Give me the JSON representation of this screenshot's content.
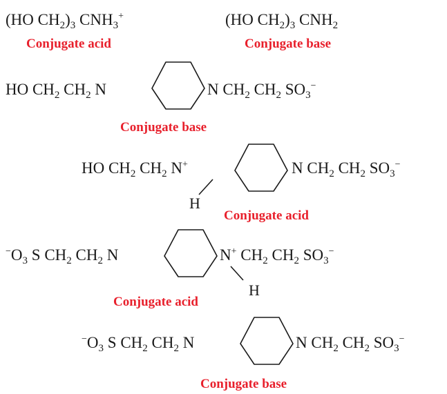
{
  "colors": {
    "text": "#1a1a1a",
    "label": "#e8202c"
  },
  "rows": {
    "tris": {
      "acid": {
        "paren_open": "(HO CH",
        "sub1": "2",
        "paren_close": ")",
        "sub2": "3",
        "mid": " CNH",
        "sub3": "3",
        "charge": "+"
      },
      "acid_label": "Conjugate acid",
      "base": {
        "paren_open": "(HO CH",
        "sub1": "2",
        "paren_close": ")",
        "sub2": "3",
        "mid": " CNH",
        "sub3": "2"
      },
      "base_label": "Conjugate base"
    },
    "hepes_base": {
      "left": {
        "t1": "HO CH",
        "s1": "2",
        "t2": " CH",
        "s2": "2",
        "t3": " N"
      },
      "right": {
        "t1": "N CH",
        "s1": "2",
        "t2": " CH",
        "s2": "2",
        "t3": " SO",
        "s3": "3",
        "charge": "−"
      },
      "label": "Conjugate base"
    },
    "hepes_acid": {
      "left": {
        "t1": "HO CH",
        "s1": "2",
        "t2": " CH",
        "s2": "2",
        "t3": " N",
        "charge": "+"
      },
      "right": {
        "t1": "N CH",
        "s1": "2",
        "t2": " CH",
        "s2": "2",
        "t3": " SO",
        "s3": "3",
        "charge": "−"
      },
      "h": "H",
      "label": "Conjugate acid"
    },
    "pipes_acid": {
      "left": {
        "charge": "−",
        "t0": "O",
        "s0": "3",
        "t1": " S CH",
        "s1": "2",
        "t2": " CH",
        "s2": "2",
        "t3": " N"
      },
      "right": {
        "t0": "N",
        "charge0": "+",
        "t1": " CH",
        "s1": "2",
        "t2": " CH",
        "s2": "2",
        "t3": " SO",
        "s3": "3",
        "charge": "−"
      },
      "h": "H",
      "label": "Conjugate acid"
    },
    "pipes_base": {
      "left": {
        "charge": "−",
        "t0": "O",
        "s0": "3",
        "t1": " S CH",
        "s1": "2",
        "t2": " CH",
        "s2": "2",
        "t3": " N"
      },
      "right": {
        "t1": "N CH",
        "s1": "2",
        "t2": " CH",
        "s2": "2",
        "t3": " SO",
        "s3": "3",
        "charge": "−"
      },
      "label": "Conjugate base"
    }
  }
}
